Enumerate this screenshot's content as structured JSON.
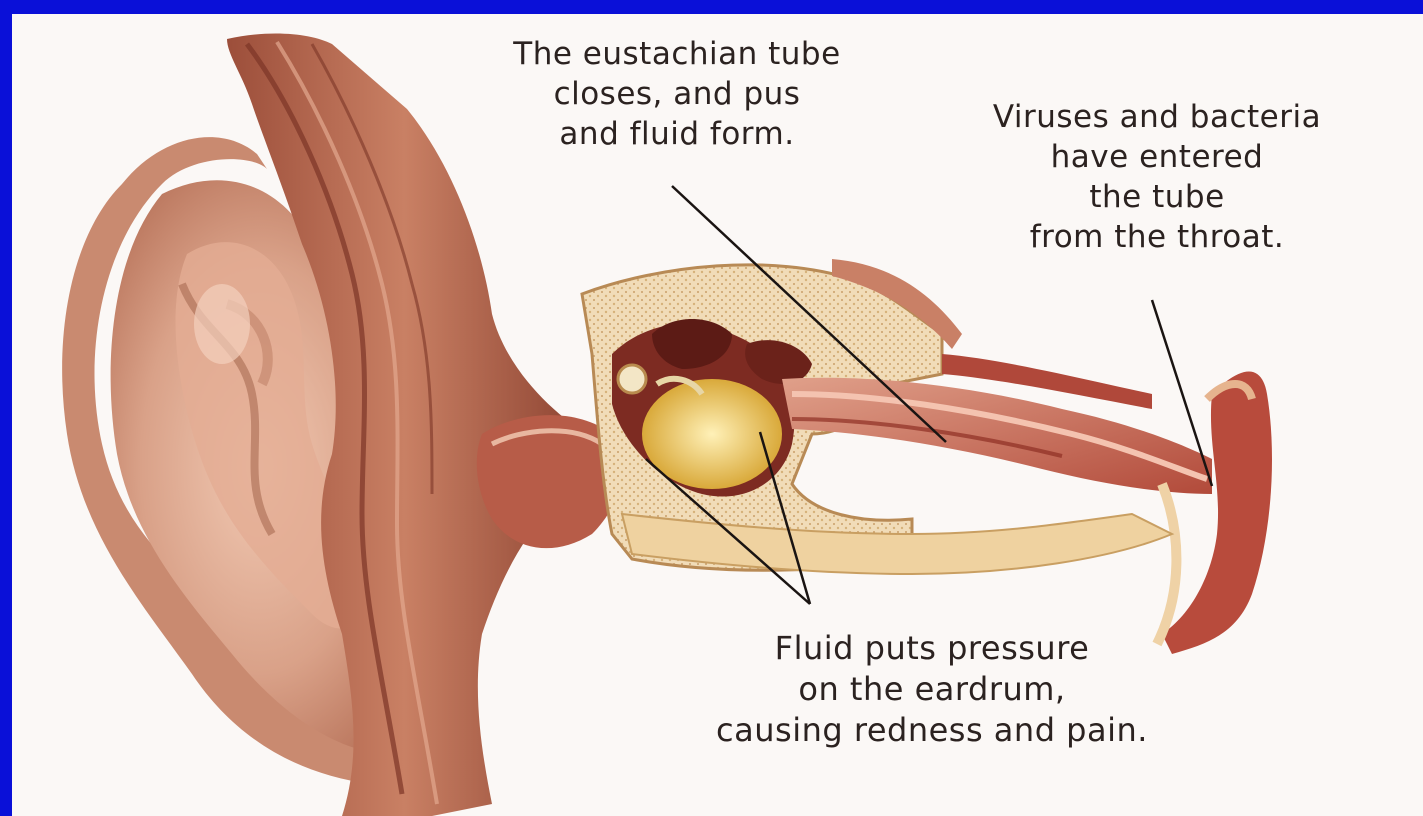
{
  "captions": {
    "eustachian_tube": "The eustachian tube\ncloses, and pus\nand fluid form.",
    "viruses_bacteria": "Viruses and bacteria\nhave entered\nthe tube\nfrom the throat.",
    "fluid_pressure": "Fluid puts pressure\non the eardrum,\ncausing redness and pain."
  },
  "colors": {
    "slide_background": "#0a10d8",
    "panel_background": "#fbf8f6",
    "skin": "#d9a58c",
    "tissue": "#a85a44",
    "bone": "#efd7b0",
    "fluid": "#e9c560",
    "leader_line": "#1a1412"
  }
}
